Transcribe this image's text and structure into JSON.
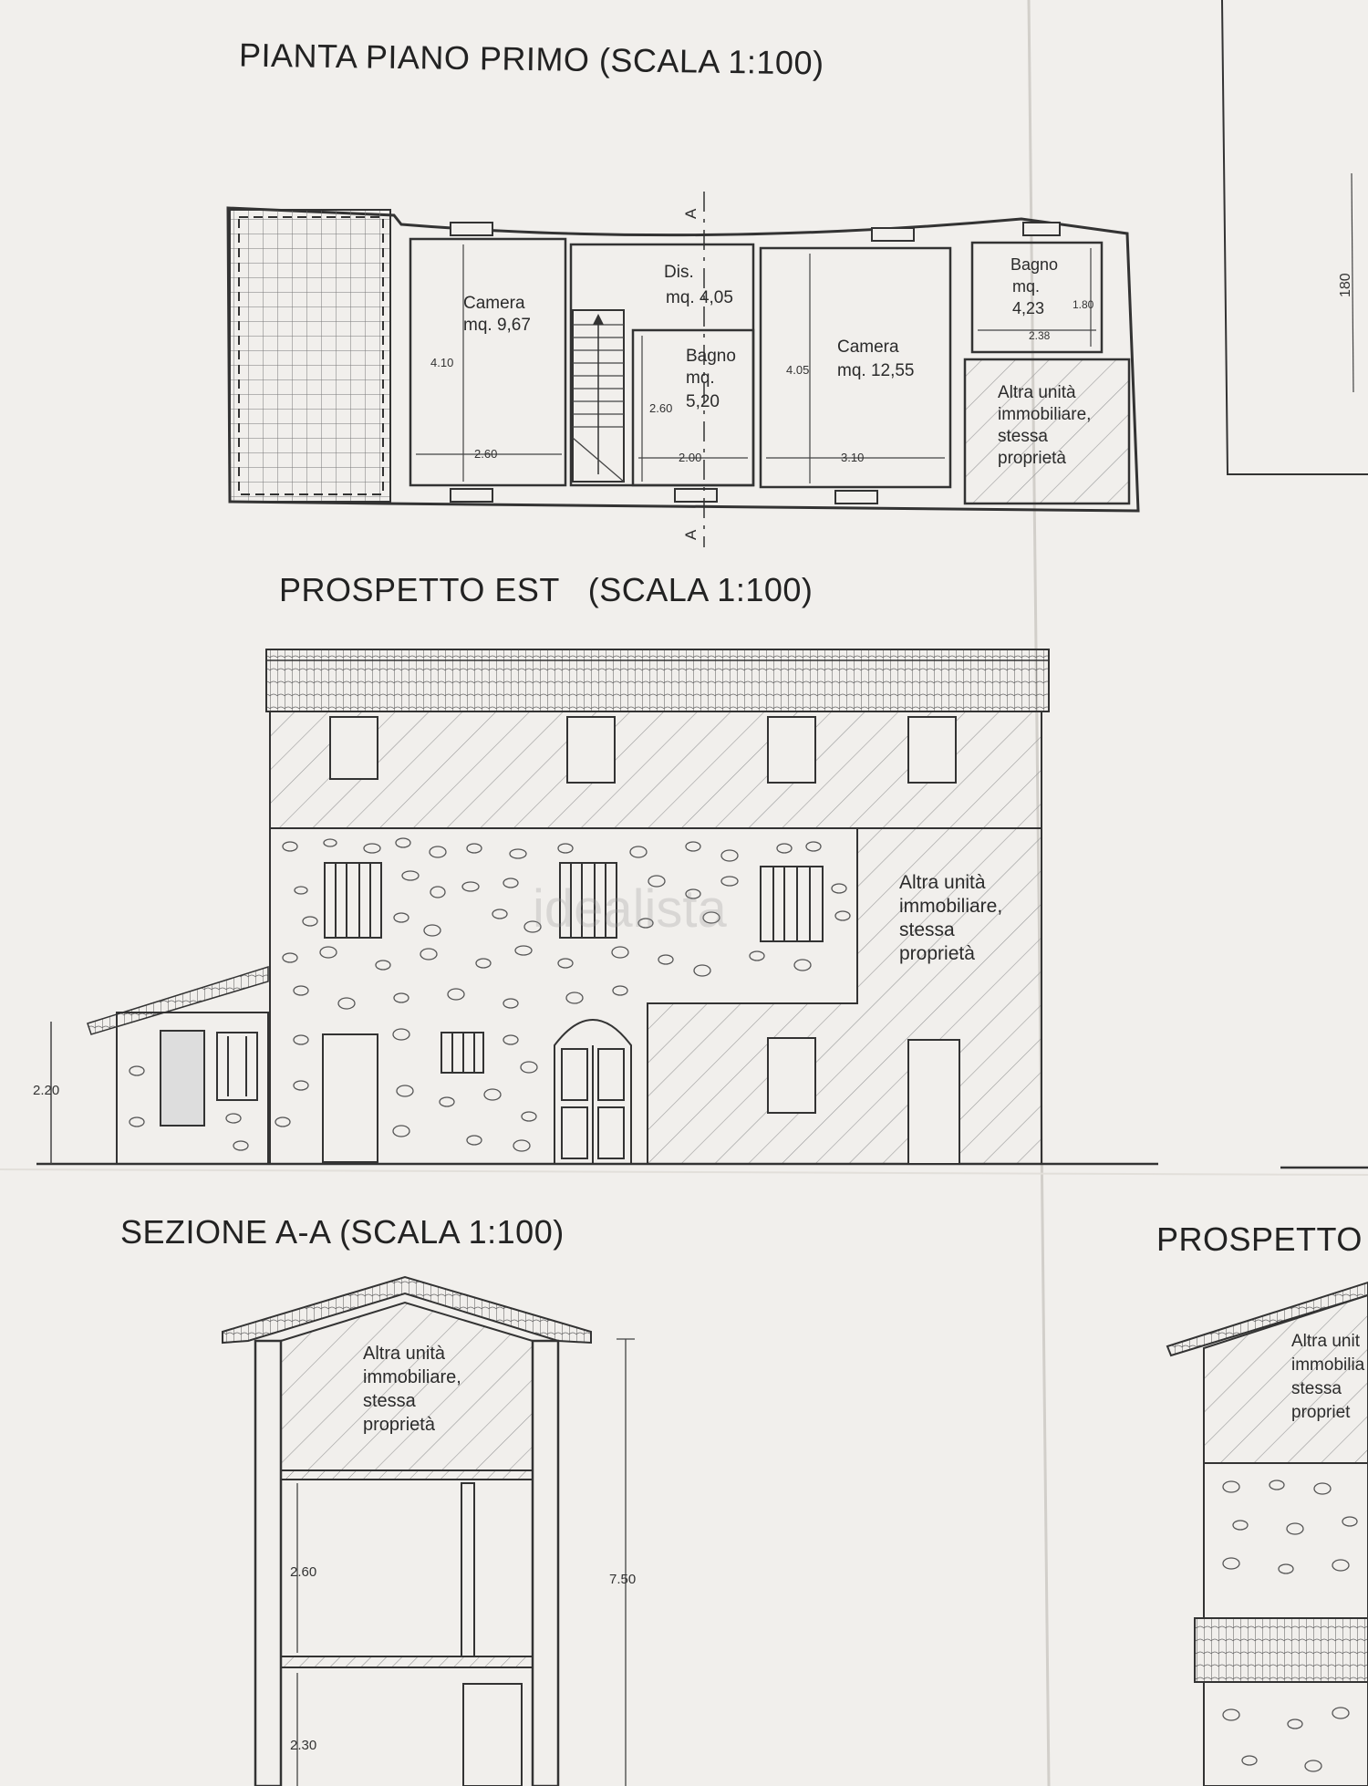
{
  "titles": {
    "plan": "PIANTA PIANO PRIMO (SCALA 1:100)",
    "east": "PROSPETTO EST   (SCALA 1:100)",
    "section": "SEZIONE A-A (SCALA 1:100)",
    "side_partial": "PROSPETTO S"
  },
  "plan": {
    "camera_a_name": "Camera",
    "camera_a_area": "mq. 9,67",
    "camera_a_h": "4.10",
    "camera_a_w": "2.60",
    "dis_name": "Dis.",
    "dis_area": "mq. 4,05",
    "bagno_a_name": "Bagno",
    "bagno_a_mq": "mq.",
    "bagno_a_area": "5,20",
    "bagno_a_h": "2.60",
    "bagno_a_w": "2.00",
    "camera_b_name": "Camera",
    "camera_b_area": "mq. 12,55",
    "camera_b_h": "4.05",
    "camera_b_w": "3.10",
    "bagno_b_name": "Bagno",
    "bagno_b_mq": "mq.",
    "bagno_b_area": "4,23",
    "bagno_b_h": "1.80",
    "bagno_b_w": "2.38",
    "other_unit": [
      "Altra unità",
      "immobiliare,",
      "stessa",
      "proprietà"
    ],
    "section_mark": "A"
  },
  "east": {
    "other_unit": [
      "Altra unità",
      "immobiliare,",
      "stessa",
      "proprietà"
    ],
    "height": "2.20",
    "watermark": "idealista"
  },
  "section": {
    "other_unit": [
      "Altra unità",
      "immobiliare,",
      "stessa",
      "proprietà"
    ],
    "h_upper": "2.60",
    "h_lower": "2.30",
    "h_total": "7.50"
  },
  "side": {
    "other_unit": [
      "Altra unit",
      "immobilia",
      "stessa",
      "propriet"
    ]
  },
  "right_panel": {
    "dim": "180"
  }
}
